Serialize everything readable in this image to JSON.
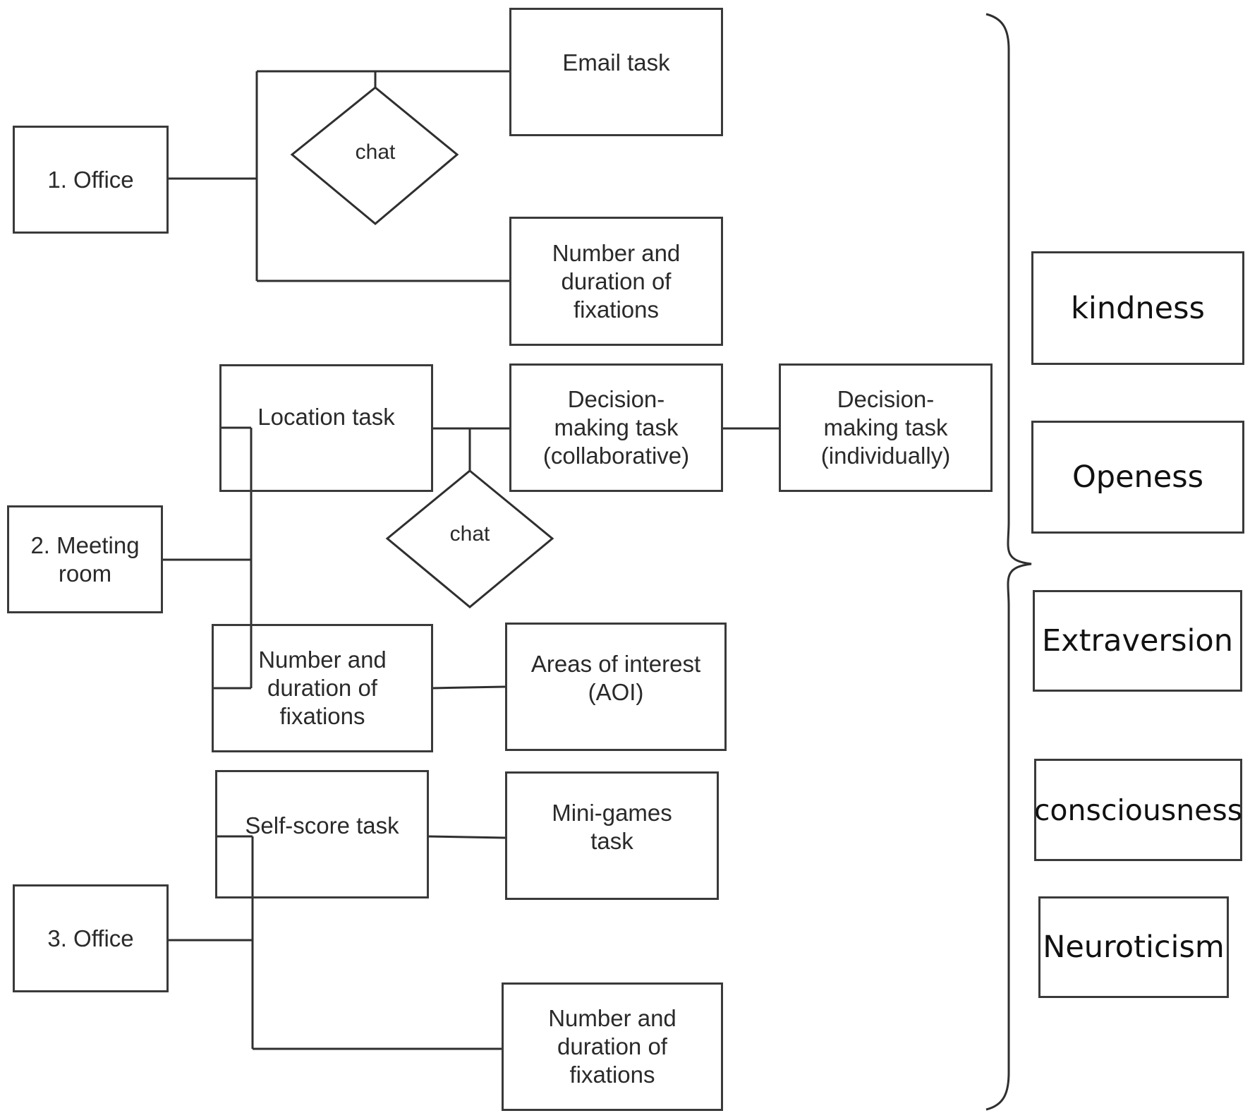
{
  "scenarios": [
    {
      "label": "1. Office"
    },
    {
      "label": "2. Meeting\nroom"
    },
    {
      "label": "3. Office"
    }
  ],
  "office1": {
    "email_task": "Email task",
    "chat": "chat",
    "fixations": "Number and\nduration of\nfixations"
  },
  "meeting": {
    "location_task": "Location task",
    "decision_collab": "Decision-\nmaking task\n(collaborative)",
    "decision_indiv": "Decision-\nmaking task\n(individually)",
    "chat": "chat",
    "fixations": "Number and\nduration of\nfixations",
    "aoi": "Areas of interest\n(AOI)"
  },
  "office3": {
    "self_score": "Self-score task",
    "mini_games": "Mini-games\ntask",
    "fixations": "Number and\nduration of\nfixations"
  },
  "traits": [
    "kindness",
    "Openess",
    "Extraversion",
    "consciousness",
    "Neuroticism"
  ]
}
